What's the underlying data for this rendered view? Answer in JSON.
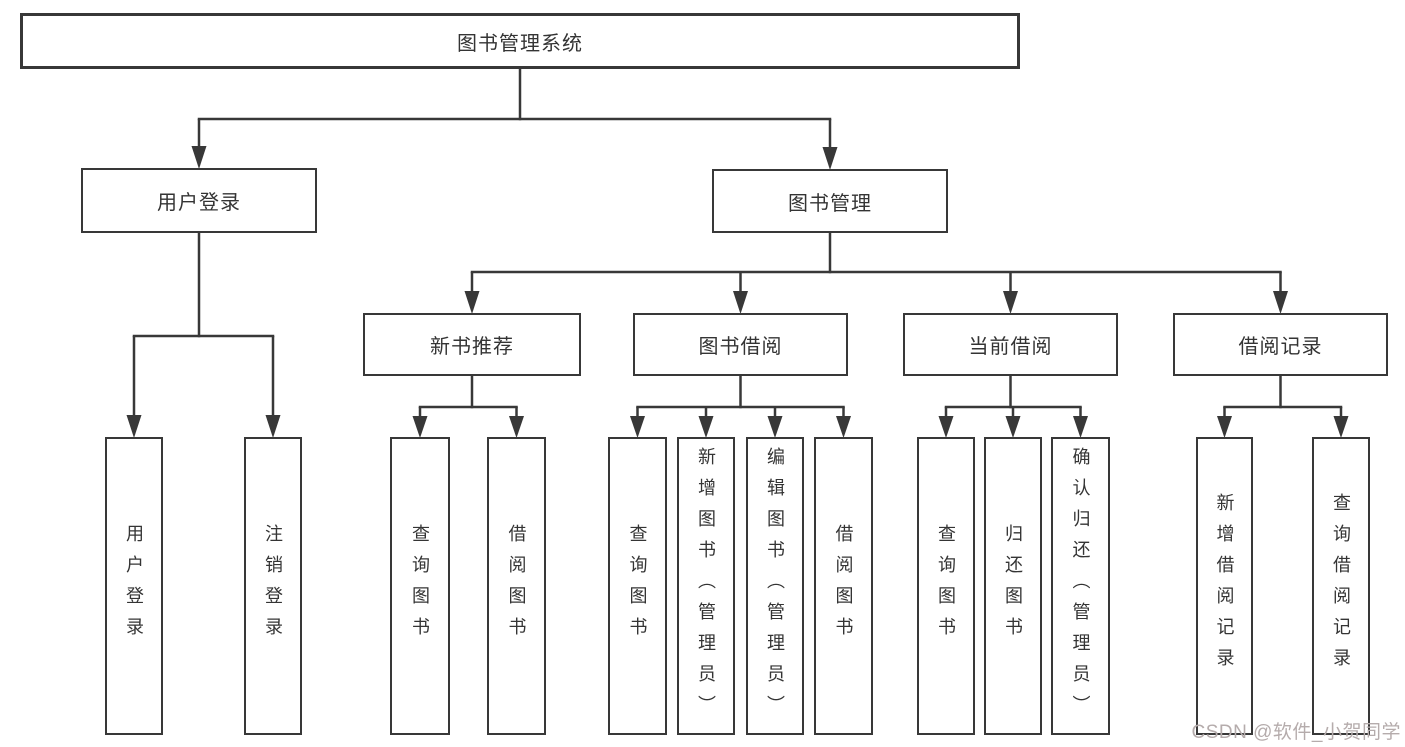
{
  "diagram": {
    "root": {
      "label": "图书管理系统"
    },
    "branches": [
      {
        "label": "用户登录",
        "children": [
          {
            "label": "用户登录"
          },
          {
            "label": "注销登录"
          }
        ]
      },
      {
        "label": "图书管理",
        "groups": [
          {
            "label": "新书推荐",
            "children": [
              {
                "label": "查询图书"
              },
              {
                "label": "借阅图书"
              }
            ]
          },
          {
            "label": "图书借阅",
            "children": [
              {
                "label": "查询图书"
              },
              {
                "label": "新增图书（管理员）"
              },
              {
                "label": "编辑图书（管理员）"
              },
              {
                "label": "借阅图书"
              }
            ]
          },
          {
            "label": "当前借阅",
            "children": [
              {
                "label": "查询图书"
              },
              {
                "label": "归还图书"
              },
              {
                "label": "确认归还（管理员）"
              }
            ]
          },
          {
            "label": "借阅记录",
            "children": [
              {
                "label": "新增借阅记录"
              },
              {
                "label": "查询借阅记录"
              }
            ]
          }
        ]
      }
    ]
  },
  "watermark": {
    "text": "CSDN @软件_小贺同学"
  },
  "colors": {
    "line": "#383838",
    "box_border": "#383838",
    "box_fill": "#ffffff",
    "text": "#343434",
    "watermark": "#b5acac",
    "background": "#ffffff"
  }
}
